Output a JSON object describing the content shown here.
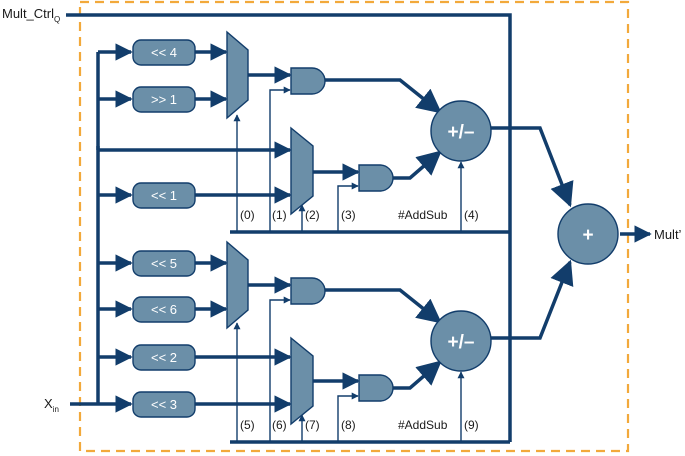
{
  "inputs": {
    "control": "Mult_Ctrl",
    "control_sub": "Q",
    "data": "X",
    "data_sub": "in"
  },
  "output": "Mult’",
  "shifters": [
    "<< 4",
    ">> 1",
    "<< 1",
    "<< 5",
    "<< 6",
    "<< 2",
    "<< 3"
  ],
  "adders": {
    "addsub": "+/–",
    "final": "+"
  },
  "control_bits": [
    "(0)",
    "(1)",
    "(2)",
    "(3)",
    "(4)",
    "(5)",
    "(6)",
    "(7)",
    "(8)",
    "(9)"
  ],
  "addsub_labels": [
    "#AddSub",
    "#AddSub"
  ],
  "colors": {
    "boundary": "#f2a93b",
    "wire": "#123d6b",
    "block": "#6b8fa8"
  }
}
